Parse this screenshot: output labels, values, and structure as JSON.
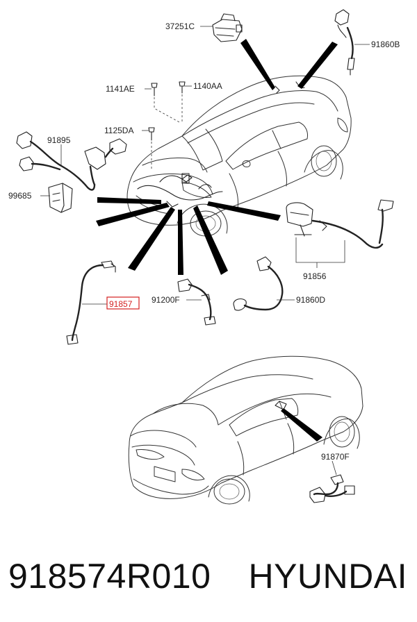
{
  "callouts": {
    "c37251C": "37251C",
    "c91860B": "91860B",
    "c1141AE": "1141AE",
    "c1140AA": "1140AA",
    "c1125DA": "1125DA",
    "c91895": "91895",
    "c99685": "99685",
    "c91856": "91856",
    "c91857": "91857",
    "c91200F": "91200F",
    "c91860D": "91860D",
    "c91870F": "91870F"
  },
  "highlight_color": "#d42020",
  "footer": {
    "part_number": "918574R010",
    "brand": "HYUNDAI"
  }
}
